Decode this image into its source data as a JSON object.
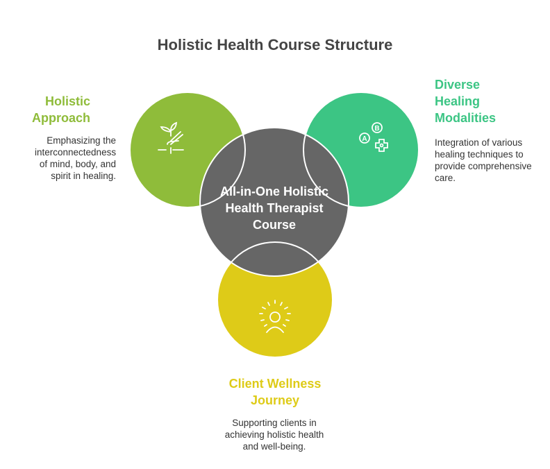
{
  "title": "Holistic Health Course Structure",
  "center": {
    "label": "All-in-One Holistic Health Therapist Course",
    "color": "#666666"
  },
  "nodes": [
    {
      "heading": "Holistic Approach",
      "description": "Emphasizing the interconnectedness of mind, body, and spirit in healing.",
      "color": "#8FBC3A",
      "icon": "plant-hand-icon"
    },
    {
      "heading": "Diverse Healing Modalities",
      "description": "Integration of various healing techniques to provide comprehensive care.",
      "color": "#3CC584",
      "icon": "options-medical-icon"
    },
    {
      "heading": "Client Wellness Journey",
      "description": "Supporting clients in achieving holistic health and well-being.",
      "color": "#DECB18",
      "icon": "radiant-person-icon"
    }
  ]
}
